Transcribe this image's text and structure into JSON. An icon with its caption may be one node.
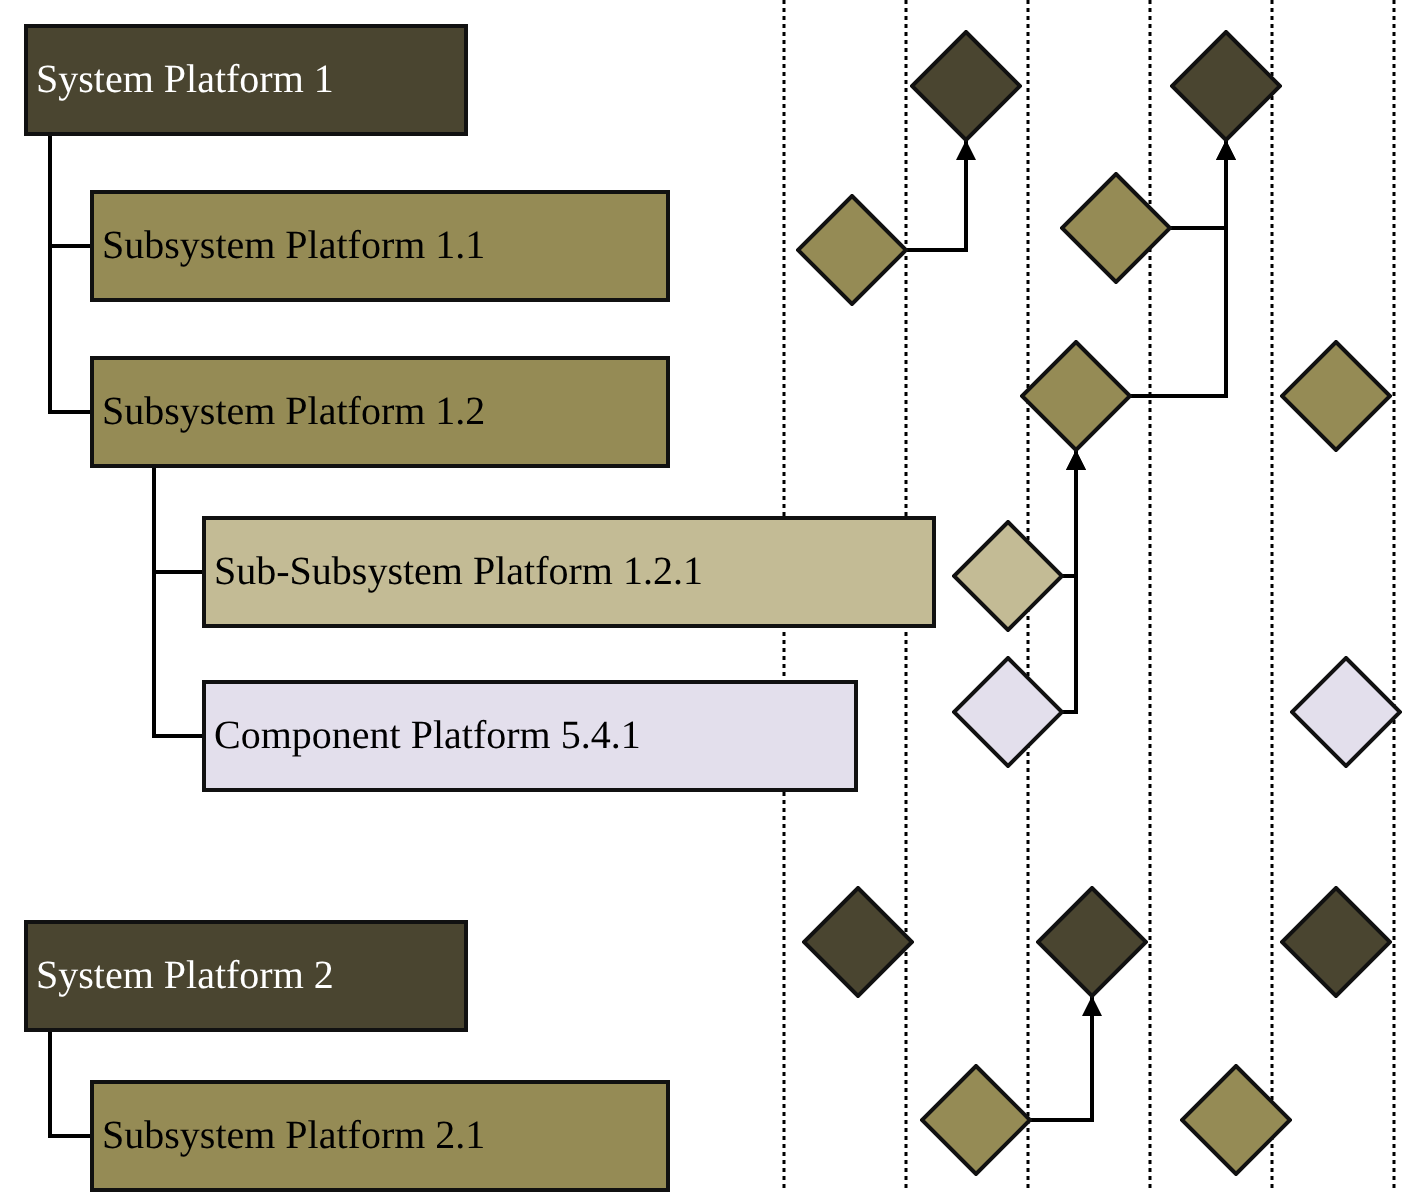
{
  "diagram": {
    "nodes": [
      {
        "text": [
          "System Platform 1"
        ]
      },
      {
        "text": [
          "Subsystem Platform 1.1"
        ]
      },
      {
        "text": [
          "Subsystem Platform 1.2"
        ]
      },
      {
        "text": [
          "Sub-Subsystem Platform 1.2.1"
        ]
      },
      {
        "text": [
          "Component Platform 5.4.1"
        ]
      },
      {
        "text": [
          "System Platform 2"
        ]
      },
      {
        "text": [
          "Subsystem Platform 2.1"
        ]
      },
      {
        "text": [],
        "shape": "diamond"
      },
      {
        "text": [],
        "shape": "diamond"
      },
      {
        "text": [],
        "shape": "diamond"
      },
      {
        "text": [],
        "shape": "diamond"
      },
      {
        "text": [],
        "shape": "diamond"
      },
      {
        "text": [],
        "shape": "diamond"
      },
      {
        "text": [],
        "shape": "diamond"
      },
      {
        "text": [],
        "shape": "diamond"
      },
      {
        "text": [],
        "shape": "diamond"
      },
      {
        "text": [],
        "shape": "diamond"
      },
      {
        "text": [],
        "shape": "diamond"
      },
      {
        "text": [],
        "shape": "diamond"
      },
      {
        "text": [],
        "shape": "diamond"
      },
      {
        "text": [],
        "shape": "diamond"
      }
    ],
    "edges": [
      {
        "from": 0,
        "to": 1,
        "arrow": "none"
      },
      {
        "from": 0,
        "to": 2,
        "arrow": "none"
      },
      {
        "from": 2,
        "to": 3,
        "arrow": "none"
      },
      {
        "from": 2,
        "to": 4,
        "arrow": "none"
      },
      {
        "from": 5,
        "to": 6,
        "arrow": "none"
      },
      {
        "from": 9,
        "to": 7,
        "arrow": "to"
      },
      {
        "from": 10,
        "to": 8,
        "arrow": "to"
      },
      {
        "from": 11,
        "to": 8,
        "arrow": "to"
      },
      {
        "from": 13,
        "to": 11,
        "arrow": "to"
      },
      {
        "from": 14,
        "to": 11,
        "arrow": "to"
      },
      {
        "from": 19,
        "to": 17,
        "arrow": "to"
      }
    ]
  }
}
